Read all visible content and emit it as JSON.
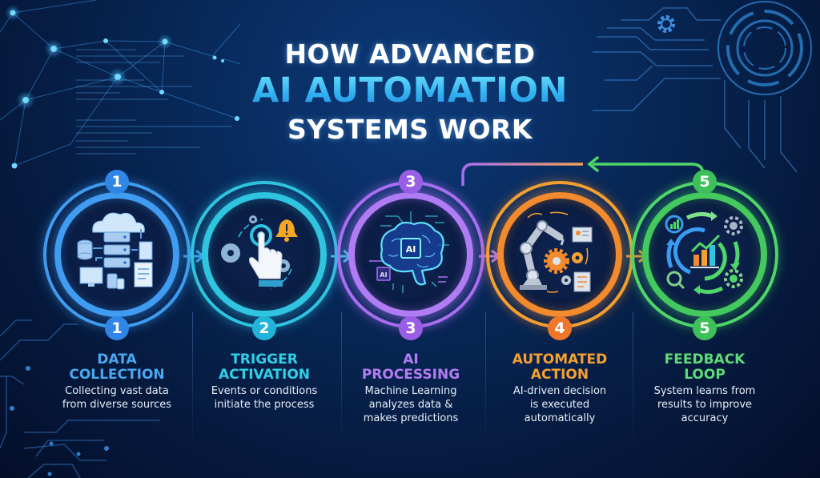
{
  "title": {
    "line1": "HOW ADVANCED",
    "line2": "AI AUTOMATION",
    "line3": "SYSTEMS WORK"
  },
  "colors": {
    "step1": "#3f9cf0",
    "step2": "#2fc4e0",
    "step3": "#a86ef0",
    "step4": "#f28a2e",
    "step5": "#4fd66a",
    "background": "#061c42"
  },
  "steps": [
    {
      "number": "1",
      "title_line1": "DATA",
      "title_line2": "COLLECTION",
      "desc_line1": "Collecting vast data",
      "desc_line2": "from diverse sources",
      "desc_line3": "",
      "icon": "cloud-server-devices-icon"
    },
    {
      "number": "2",
      "title_line1": "TRIGGER",
      "title_line2": "ACTIVATION",
      "desc_line1": "Events or conditions",
      "desc_line2": "initiate the process",
      "desc_line3": "",
      "icon": "hand-tap-bell-gears-icon"
    },
    {
      "number": "3",
      "title_line1": "AI",
      "title_line2": "PROCESSING",
      "desc_line1": "Machine Learning",
      "desc_line2": "analyzes data &",
      "desc_line3": "makes predictions",
      "icon": "ai-brain-chip-icon",
      "chip_label": "AI"
    },
    {
      "number": "4",
      "title_line1": "AUTOMATED",
      "title_line2": "ACTION",
      "desc_line1": "AI-driven decision",
      "desc_line2": "is executed",
      "desc_line3": "automatically",
      "icon": "robot-arm-gears-icon"
    },
    {
      "number": "5",
      "title_line1": "FEEDBACK",
      "title_line2": "LOOP",
      "desc_line1": "System learns from",
      "desc_line2": "results to improve",
      "desc_line3": "accuracy",
      "icon": "cycle-chart-gears-icon"
    }
  ]
}
